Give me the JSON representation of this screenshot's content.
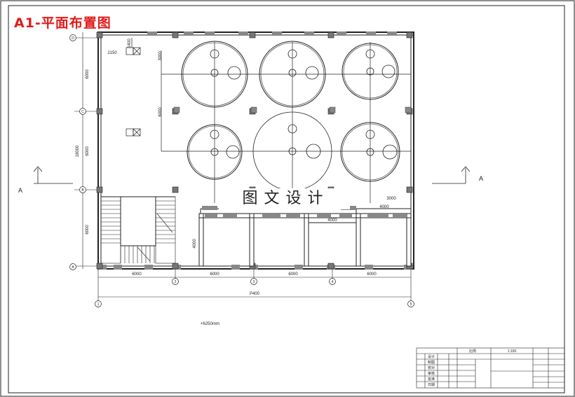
{
  "drawing": {
    "title": "A1-平面布置图",
    "watermark": "图文设计",
    "overall_dim": "P400",
    "elevation_note": "+6250mm"
  },
  "section_marks": {
    "left": "A",
    "right": "A"
  },
  "axes": {
    "horizontal": [
      "1",
      "2",
      "3",
      "4",
      "5"
    ],
    "vertical": [
      "A",
      "B",
      "C",
      "D"
    ]
  },
  "dimensions": {
    "bottom_spans": [
      "6000",
      "6000",
      "6000",
      "6000"
    ],
    "left_spans": [
      "6000",
      "6000",
      "6000"
    ],
    "left_total": "18000",
    "inner_left_a": "3000",
    "inner_left_b": "6000",
    "tank_note_1": "3000",
    "tank_note_2": "4000",
    "tank_note_3": "4000",
    "room_height": "4000",
    "equip_a": "1400",
    "equip_b": "2150"
  },
  "title_block": {
    "scale_row": [
      "比例",
      "1:100"
    ],
    "rows": [
      "设计",
      "制图",
      "校对",
      "审核",
      "批准",
      "日期"
    ]
  }
}
